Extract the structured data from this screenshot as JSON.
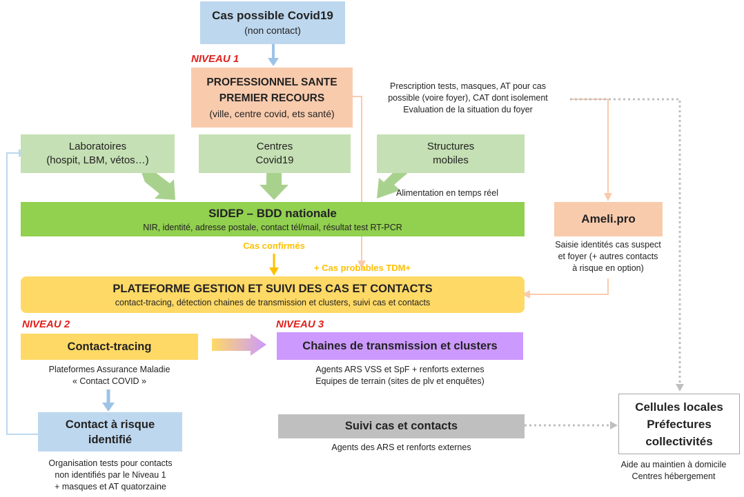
{
  "cas_possible": {
    "title": "Cas possible Covid19",
    "subtitle": "(non contact)"
  },
  "levels": {
    "n1": "NIVEAU 1",
    "n2": "NIVEAU 2",
    "n3": "NIVEAU 3"
  },
  "professionnel": {
    "line1": "PROFESSIONNEL SANTE",
    "line2": "PREMIER RECOURS",
    "line3": "(ville, centre covid, ets santé)"
  },
  "prescription_note": {
    "line1": "Prescription tests, masques, AT pour cas",
    "line2": "possible (voire foyer), CAT dont isolement",
    "line3": "Evaluation de la situation du foyer"
  },
  "laboratoires": {
    "line1": "Laboratoires",
    "line2": "(hospit, LBM, vétos…)"
  },
  "centres": {
    "line1": "Centres",
    "line2": "Covid19"
  },
  "structures": {
    "line1": "Structures",
    "line2": "mobiles"
  },
  "alimentation": "Alimentation en temps réel",
  "sidep": {
    "title": "SIDEP – BDD nationale",
    "subtitle": "NIR, identité, adresse postale, contact tél/mail, résultat test RT-PCR"
  },
  "ameli": {
    "title": "Ameli.pro",
    "line1": "Saisie identités cas suspect",
    "line2": "et foyer (+ autres contacts",
    "line3": "à risque en option)"
  },
  "cas_confirmes": "Cas confirmés",
  "cas_probables": "+ Cas probables TDM+",
  "plateforme": {
    "title": "PLATEFORME GESTION ET SUIVI DES CAS ET CONTACTS",
    "subtitle": "contact-tracing, détection chaines de transmission et clusters, suivi cas et contacts"
  },
  "contact_tracing": {
    "title": "Contact-tracing",
    "line1": "Plateformes Assurance Maladie",
    "line2": "« Contact COVID »"
  },
  "chaines": {
    "title": "Chaines de transmission et clusters",
    "line1": "Agents ARS VSS et SpF + renforts externes",
    "line2": "Equipes de terrain (sites de plv et enquêtes)"
  },
  "contact_risque": {
    "line1": "Contact à risque",
    "line2": "identifié",
    "note1": "Organisation tests pour contacts",
    "note2": "non identifiés par le Niveau 1",
    "note3": "+ masques et AT quatorzaine"
  },
  "suivi": {
    "title": "Suivi cas et contacts",
    "line1": "Agents des ARS et renforts externes"
  },
  "cellules": {
    "line1": "Cellules locales",
    "line2": "Préfectures",
    "line3": "collectivités",
    "note1": "Aide au maintien à domicile",
    "note2": "Centres hébergement"
  },
  "colors": {
    "blue_box": "#bdd7ee",
    "salmon_box": "#f8cbad",
    "green_light": "#c5e0b4",
    "green_dark": "#92d050",
    "yellow": "#ffd966",
    "purple": "#cc99ff",
    "gray": "#bfbfbf",
    "red_label": "#e0201b",
    "orange_text": "#ffc000"
  }
}
